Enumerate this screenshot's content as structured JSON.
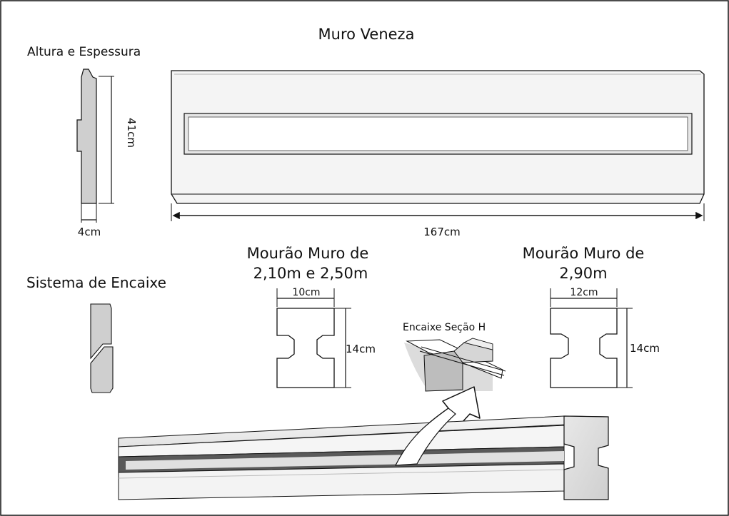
{
  "title": "Muro Veneza",
  "thickness_section": {
    "heading": "Altura e Espessura",
    "height_label": "41cm",
    "thickness_label": "4cm"
  },
  "panel": {
    "width_label": "167cm"
  },
  "joint_system": {
    "heading": "Sistema de Encaixe"
  },
  "post_small": {
    "title_line1": "Mourão Muro de",
    "title_line2": "2,10m e 2,50m",
    "width_label": "10cm",
    "height_label": "14cm"
  },
  "post_large": {
    "title_line1": "Mourão Muro de",
    "title_line2": "2,90m",
    "width_label": "12cm",
    "height_label": "14cm"
  },
  "detail": {
    "label": "Encaixe Seção H"
  },
  "colors": {
    "line": "#111111",
    "panel_fill": "#f2f2f2",
    "section_fill": "#cfcfcf",
    "post_face": "#ececec"
  }
}
